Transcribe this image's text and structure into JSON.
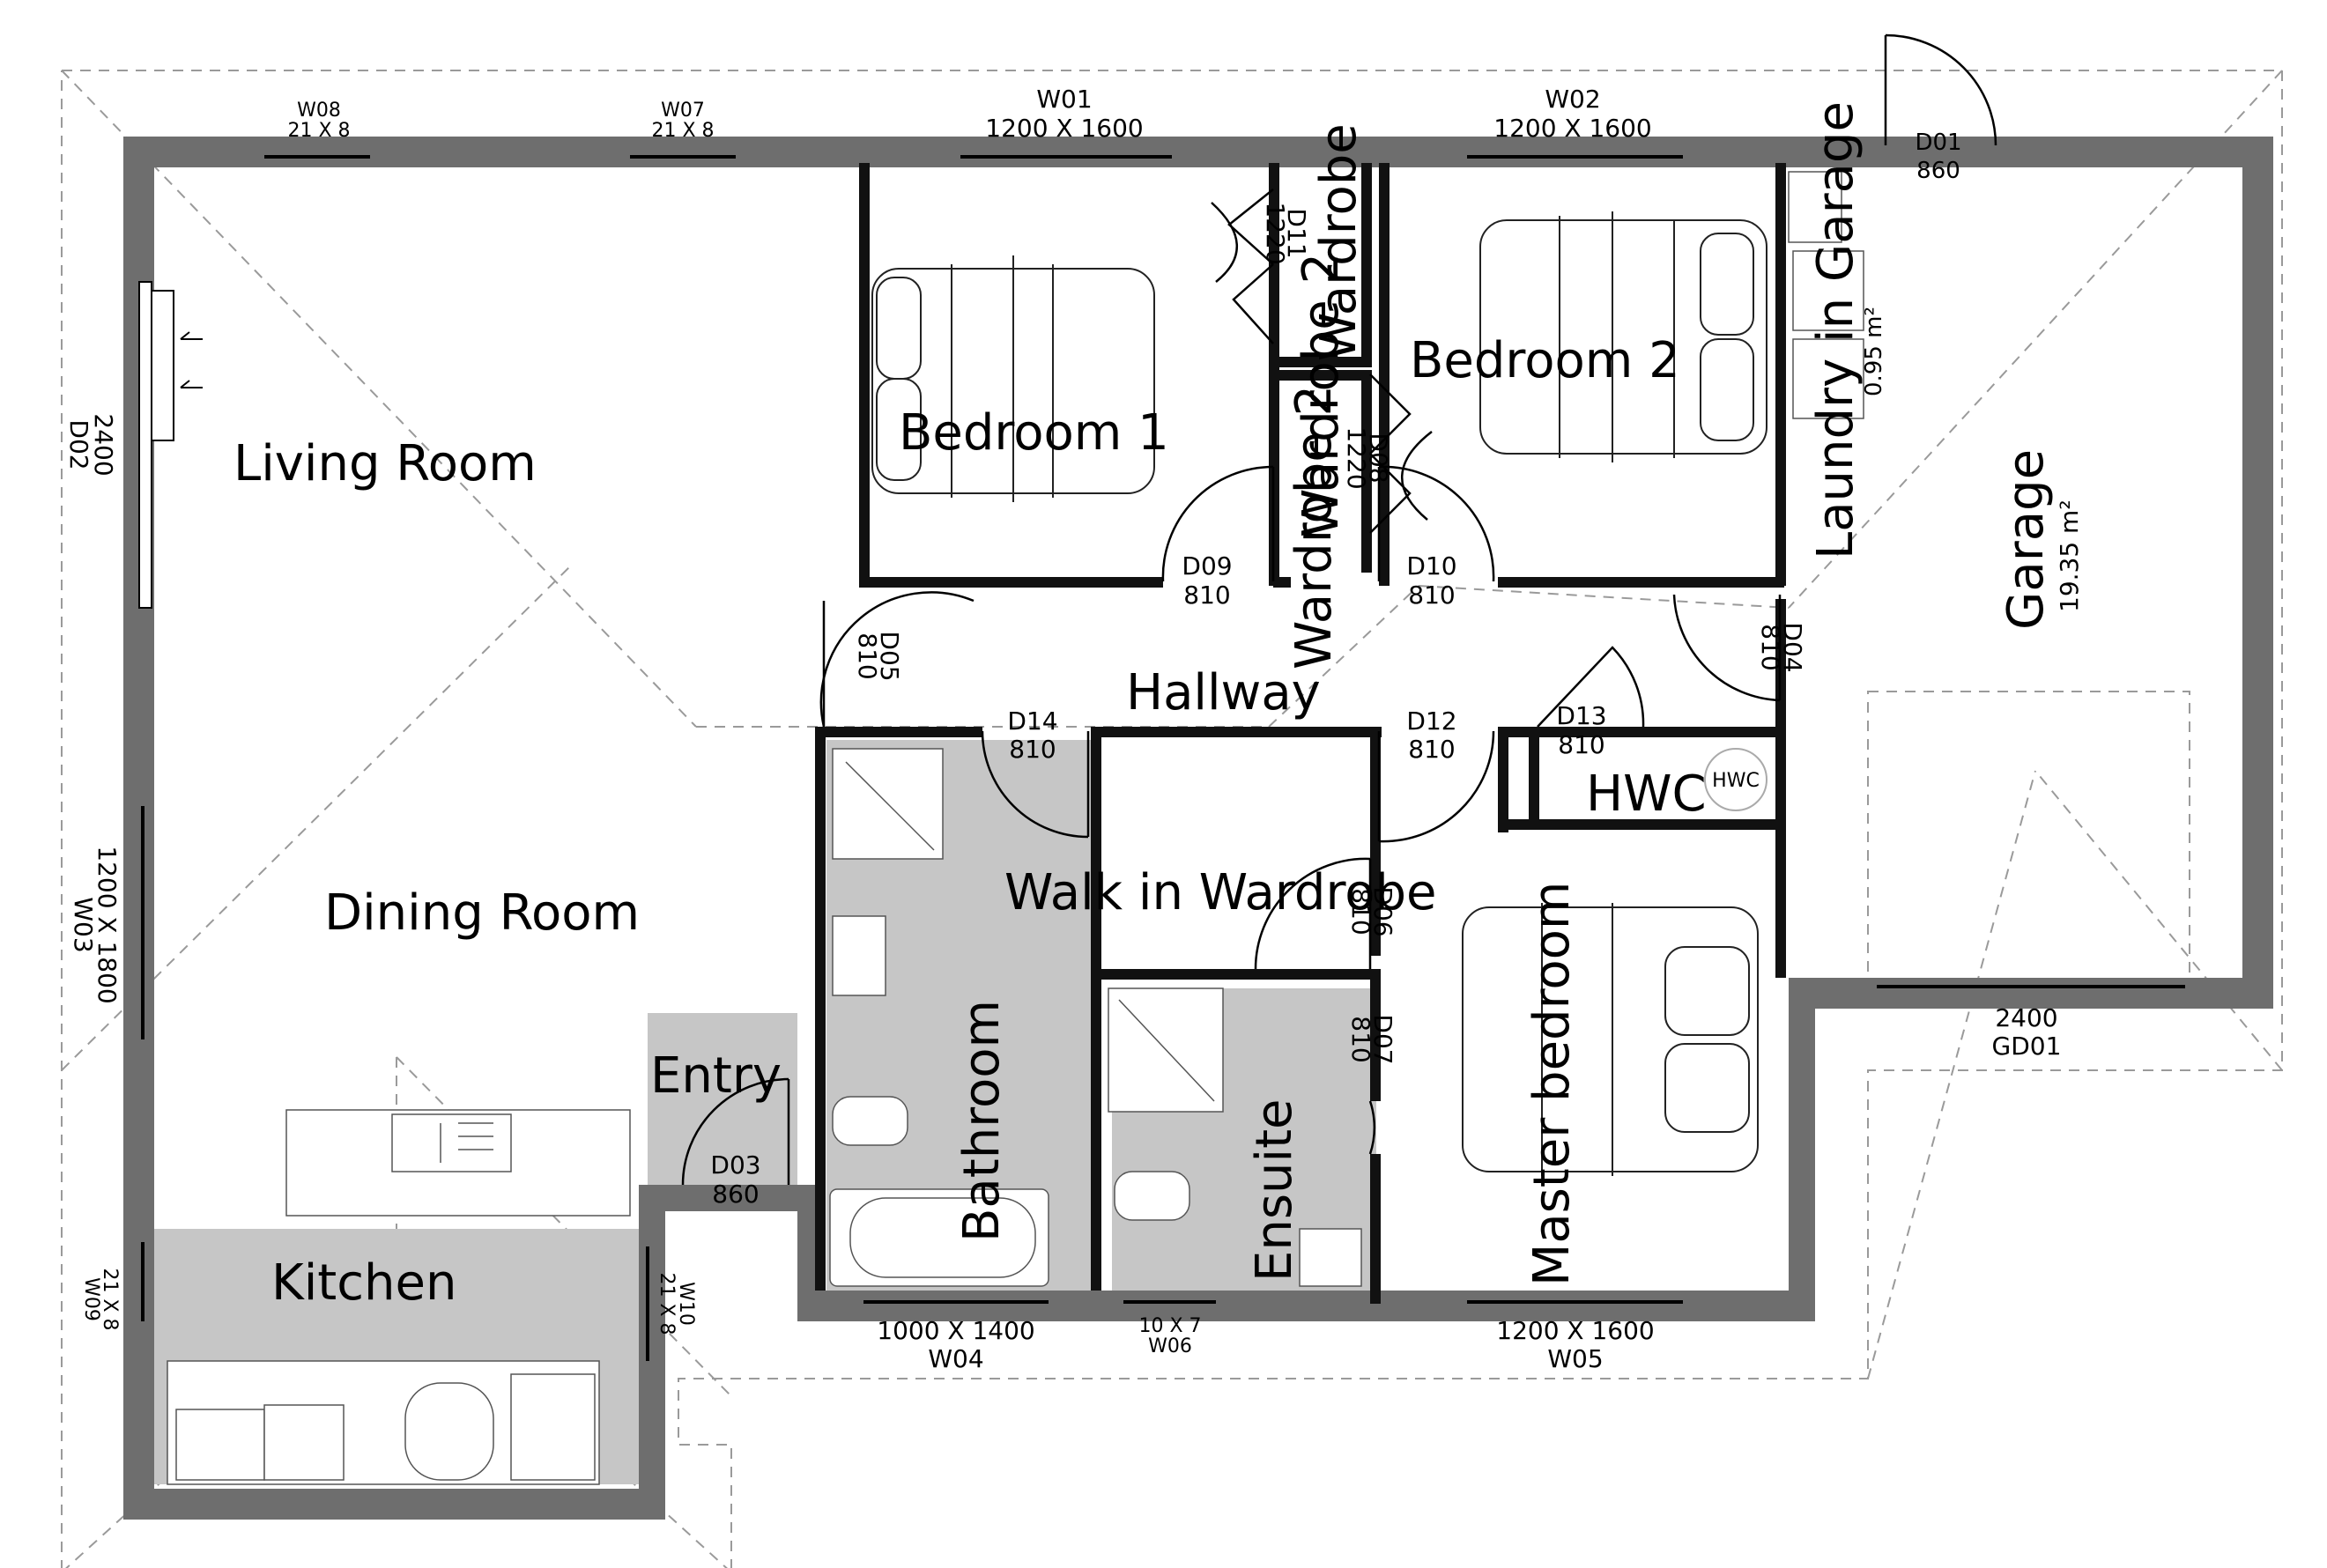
{
  "plan": {
    "rooms": {
      "living_room": "Living Room",
      "dining_room": "Dining Room",
      "kitchen": "Kitchen",
      "entry": "Entry",
      "bedroom_1": "Bedroom 1",
      "bedroom_2": "Bedroom 2",
      "wardrobe_1": "Wardrobe",
      "wardrobe_2": "Wardrobe 2",
      "wardrobe_3": "Wardrobe 2",
      "laundry": "Laundry in Garage",
      "laundry_area": "0.95 m²",
      "garage": "Garage",
      "garage_area": "19.35 m²",
      "hallway": "Hallway",
      "hwc": "HWC",
      "hwc_icon": "HWC",
      "walk_in_wardrobe": "Walk in Wardrobe",
      "bathroom": "Bathroom",
      "ensuite": "Ensuite",
      "master_bedroom": "Master bedroom"
    },
    "windows": {
      "w01": {
        "id": "W01",
        "size": "1200 X 1600"
      },
      "w02": {
        "id": "W02",
        "size": "1200 X 1600"
      },
      "w03": {
        "id": "W03",
        "size": "1200 X 1800"
      },
      "w04": {
        "id": "W04",
        "size": "1000 X 1400"
      },
      "w05": {
        "id": "W05",
        "size": "1200 X 1600"
      },
      "w06": {
        "id": "W06",
        "size": "10 X 7"
      },
      "w07": {
        "id": "W07",
        "size": "21 X 8"
      },
      "w08": {
        "id": "W08",
        "size": "21 X 8"
      },
      "w09": {
        "id": "W09",
        "size": "21 X 8"
      },
      "w10": {
        "id": "W10",
        "size": "21 X 8"
      }
    },
    "doors": {
      "d01": {
        "id": "D01",
        "size": "860"
      },
      "d02": {
        "id": "D02",
        "size": "2400"
      },
      "d03": {
        "id": "D03",
        "size": "860"
      },
      "d04": {
        "id": "D04",
        "size": "810"
      },
      "d05": {
        "id": "D05",
        "size": "810"
      },
      "d06": {
        "id": "D06",
        "size": "810"
      },
      "d07": {
        "id": "D07",
        "size": "810"
      },
      "d08": {
        "id": "D08",
        "size": "1220"
      },
      "d09": {
        "id": "D09",
        "size": "810"
      },
      "d10": {
        "id": "D10",
        "size": "810"
      },
      "d11": {
        "id": "D11",
        "size": "1220"
      },
      "d12": {
        "id": "D12",
        "size": "810"
      },
      "d13": {
        "id": "D13",
        "size": "810"
      },
      "d14": {
        "id": "D14",
        "size": "810"
      },
      "gd01": {
        "id": "GD01",
        "size": "2400"
      }
    },
    "colors": {
      "wall": "#6e6e6e",
      "wet_area": "#c6c6c6",
      "roof_line": "#9a9a9a"
    }
  }
}
